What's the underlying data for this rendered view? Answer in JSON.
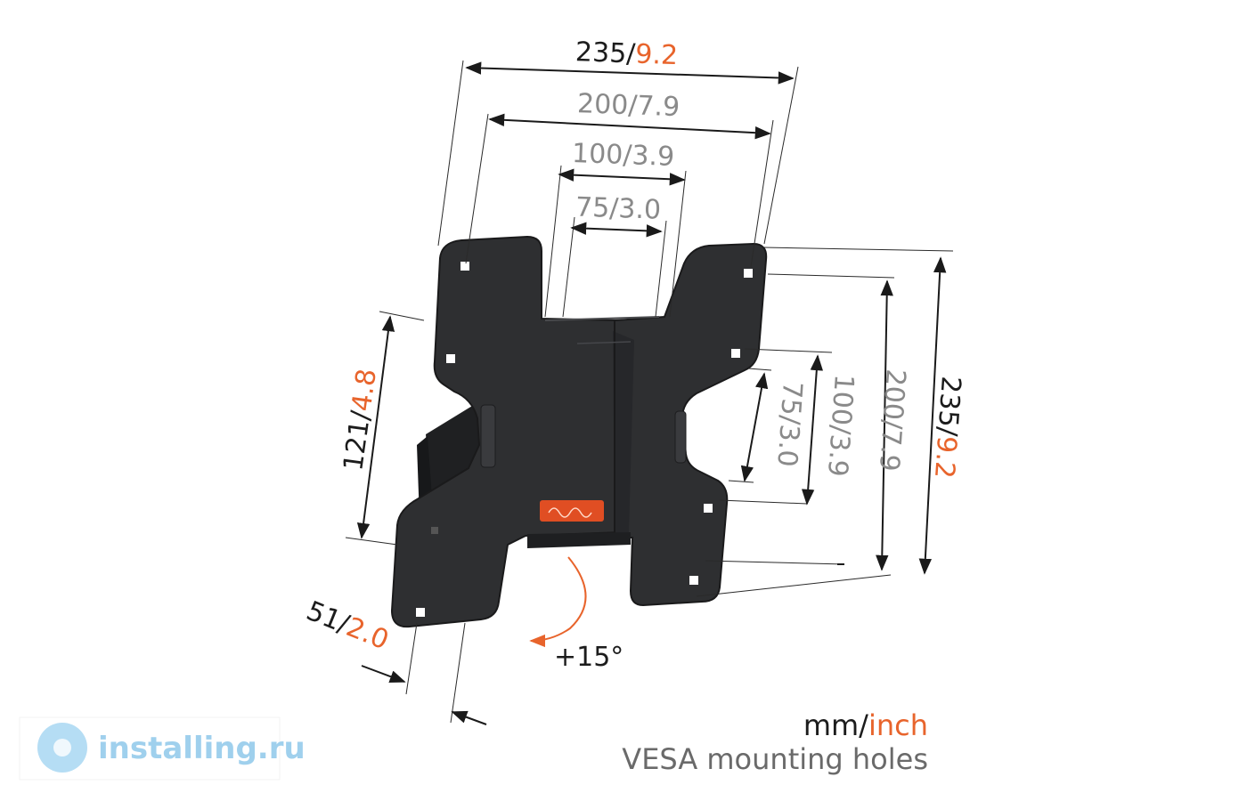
{
  "dimensions": {
    "top_overall": {
      "mm": "235",
      "sep": "/",
      "inch": "9.2"
    },
    "top_vesa_200": {
      "mm": "200",
      "sep": "/",
      "inch": "7.9"
    },
    "top_vesa_100": {
      "mm": "100",
      "sep": "/",
      "inch": "3.9"
    },
    "top_vesa_75": {
      "mm": "75",
      "sep": "/",
      "inch": "3.0"
    },
    "right_overall": {
      "mm": "235",
      "sep": "/",
      "inch": "9.2"
    },
    "right_vesa_200": {
      "mm": "200",
      "sep": "/",
      "inch": "7.9"
    },
    "right_vesa_100": {
      "mm": "100",
      "sep": "/",
      "inch": "3.9"
    },
    "right_vesa_75": {
      "mm": "75",
      "sep": "/",
      "inch": "3.0"
    },
    "left_height": {
      "mm": "121",
      "sep": "/",
      "inch": "4.8"
    },
    "depth": {
      "mm": "51",
      "sep": "/",
      "inch": "2.0"
    }
  },
  "tilt_label": "+15°",
  "legend": {
    "unit_mm": "mm",
    "unit_sep": "/",
    "unit_inch": "inch",
    "caption": "VESA mounting holes"
  },
  "watermark": "installing.ru",
  "colors": {
    "accent_orange": "#e8642c",
    "dark_text": "#1c1c1c",
    "grey_text": "#8a8a8a",
    "bracket_body": "#2e2f31",
    "watermark_blue": "#8fc8ea"
  }
}
